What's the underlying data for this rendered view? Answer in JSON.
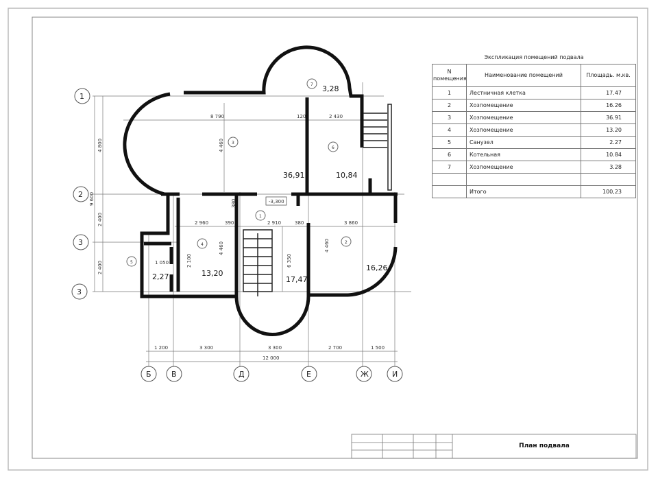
{
  "explication": {
    "title": "Экспликация помещений подвала",
    "headers": [
      "N помещения",
      "Наименование помещений",
      "Площадь. м.кв."
    ],
    "rows": [
      {
        "n": "1",
        "name": "Лестничная клетка",
        "area": "17.47"
      },
      {
        "n": "2",
        "name": "Хозпомещение",
        "area": "16.26"
      },
      {
        "n": "3",
        "name": "Хозпомещение",
        "area": "36.91"
      },
      {
        "n": "4",
        "name": "Хозпомещение",
        "area": "13.20"
      },
      {
        "n": "5",
        "name": "Санузел",
        "area": "2.27"
      },
      {
        "n": "6",
        "name": "Котельная",
        "area": "10.84"
      },
      {
        "n": "7",
        "name": "Хозпомещение",
        "area": "3.28"
      }
    ],
    "total_label": "Итого",
    "total_value": "100,23"
  },
  "title_block": {
    "sheet_title": "План подвала"
  },
  "plan": {
    "elevation": "-3,300",
    "rooms": [
      {
        "n": "1",
        "area": "17,47"
      },
      {
        "n": "2",
        "area": "16,26"
      },
      {
        "n": "3",
        "area": "36,91"
      },
      {
        "n": "4",
        "area": "13,20"
      },
      {
        "n": "5",
        "area": "2,27"
      },
      {
        "n": "6",
        "area": "10,84"
      },
      {
        "n": "7",
        "area": "3,28"
      }
    ],
    "axes_horizontal": [
      "1",
      "2",
      "3",
      "3"
    ],
    "axes_vertical": [
      "Б",
      "В",
      "Д",
      "Е",
      "Ж",
      "И"
    ],
    "dims_bottom": [
      "1 200",
      "3 300",
      "3 300",
      "2 700",
      "1 500"
    ],
    "dim_total": "12 000",
    "dims_left": [
      "4 800",
      "2 400",
      "2 400"
    ],
    "dim_left_total": "9 600",
    "dims_inner": {
      "d8790": "8 790",
      "d120": "120",
      "d2430": "2 430",
      "d4460a": "4 460",
      "d4460b": "4 460",
      "d4460c": "4 460",
      "d380a": "380",
      "d2960": "2 960",
      "d390": "390",
      "d2910": "2 910",
      "d380b": "380",
      "d3860": "3 860",
      "d1050": "1 050",
      "d2100": "2 100",
      "d6350": "6 350"
    }
  }
}
